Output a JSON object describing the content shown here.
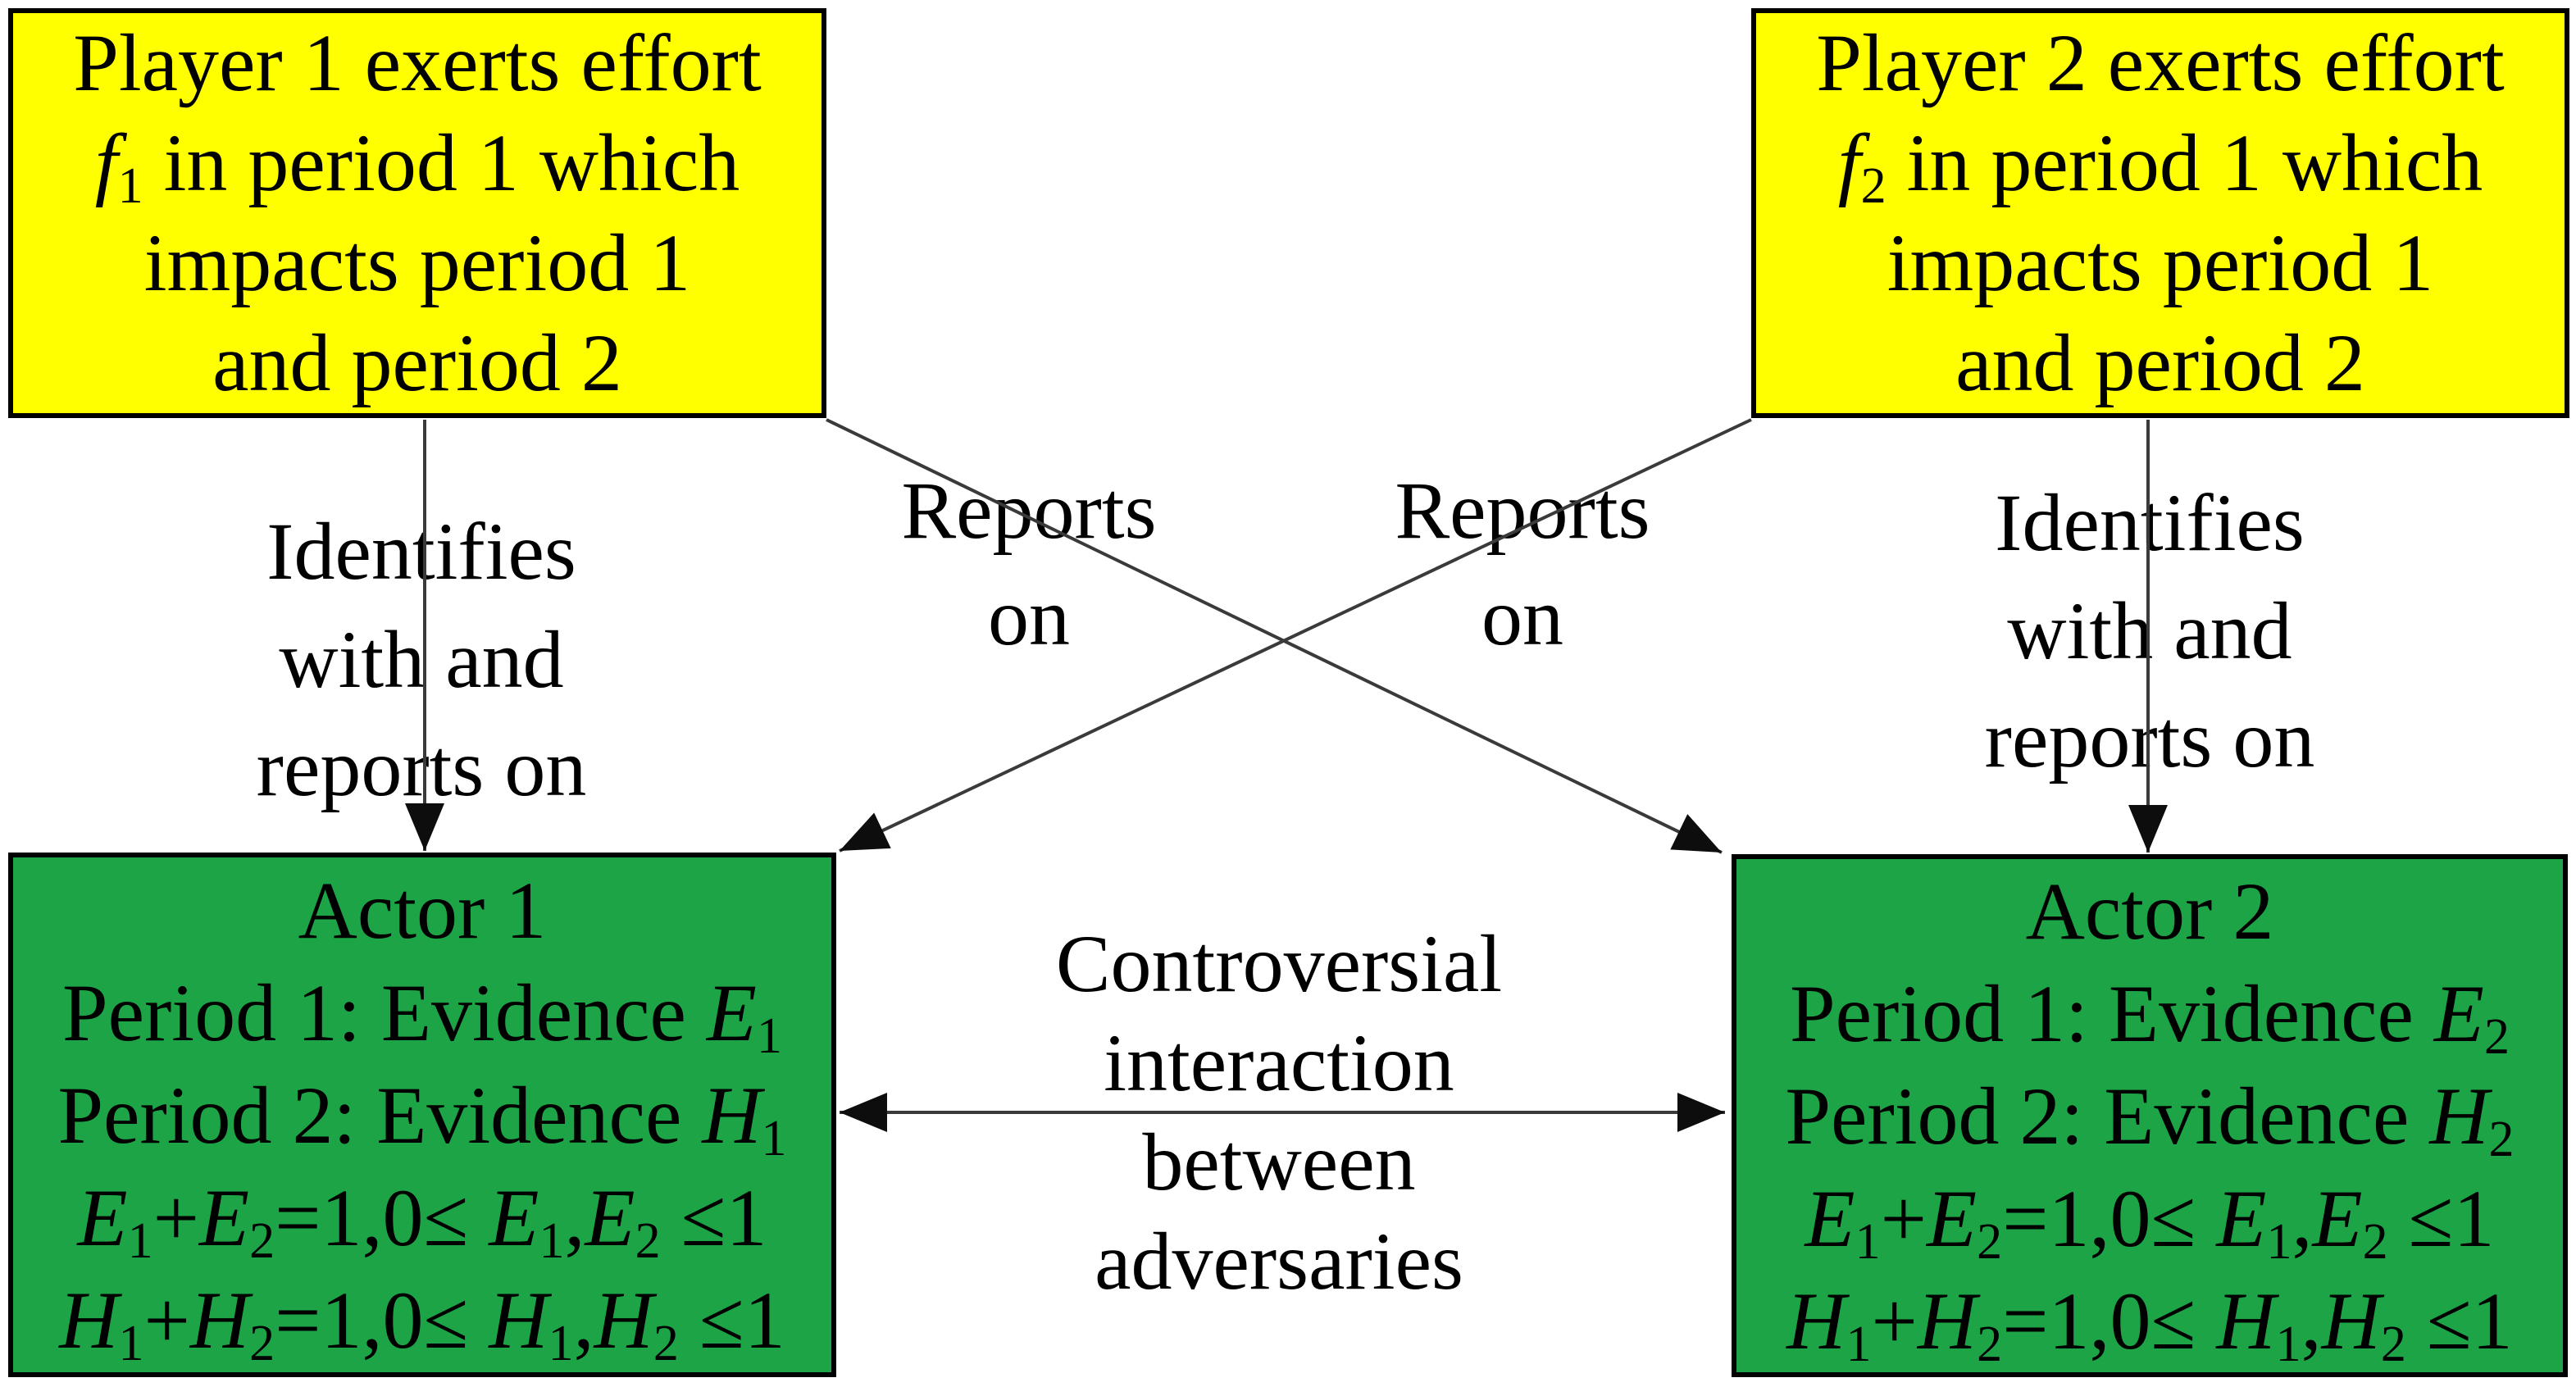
{
  "nodes": {
    "player1": {
      "role": "player-box",
      "lines": [
        [
          "Player 1 exerts effort"
        ],
        [
          {
            "t": "f",
            "i": 1
          },
          {
            "t": "1",
            "s": 1
          },
          " in period 1 which"
        ],
        [
          "impacts period 1"
        ],
        [
          "and period 2"
        ]
      ]
    },
    "player2": {
      "role": "player-box",
      "lines": [
        [
          "Player 2 exerts effort"
        ],
        [
          {
            "t": "f",
            "i": 1
          },
          {
            "t": "2",
            "s": 1
          },
          " in period 1 which"
        ],
        [
          "impacts period 1"
        ],
        [
          "and period 2"
        ]
      ]
    },
    "actor1": {
      "role": "actor-box",
      "lines": [
        [
          "Actor 1"
        ],
        [
          "Period 1: Evidence ",
          {
            "t": "E",
            "i": 1
          },
          {
            "t": "1",
            "s": 1
          }
        ],
        [
          "Period 2: Evidence ",
          {
            "t": "H",
            "i": 1
          },
          {
            "t": "1",
            "s": 1
          }
        ],
        [
          {
            "t": "E",
            "i": 1
          },
          {
            "t": "1",
            "s": 1
          },
          "+",
          {
            "t": "E",
            "i": 1
          },
          {
            "t": "2",
            "s": 1
          },
          "=1,0≤ ",
          {
            "t": "E",
            "i": 1
          },
          {
            "t": "1",
            "s": 1
          },
          ",",
          {
            "t": "E",
            "i": 1
          },
          {
            "t": "2",
            "s": 1
          },
          " ≤1"
        ],
        [
          {
            "t": "H",
            "i": 1
          },
          {
            "t": "1",
            "s": 1
          },
          "+",
          {
            "t": "H",
            "i": 1
          },
          {
            "t": "2",
            "s": 1
          },
          "=1,0≤ ",
          {
            "t": "H",
            "i": 1
          },
          {
            "t": "1",
            "s": 1
          },
          ",",
          {
            "t": "H",
            "i": 1
          },
          {
            "t": "2",
            "s": 1
          },
          " ≤1"
        ]
      ]
    },
    "actor2": {
      "role": "actor-box",
      "lines": [
        [
          "Actor 2"
        ],
        [
          "Period 1: Evidence ",
          {
            "t": "E",
            "i": 1
          },
          {
            "t": "2",
            "s": 1
          }
        ],
        [
          "Period 2: Evidence ",
          {
            "t": "H",
            "i": 1
          },
          {
            "t": "2",
            "s": 1
          }
        ],
        [
          {
            "t": "E",
            "i": 1
          },
          {
            "t": "1",
            "s": 1
          },
          "+",
          {
            "t": "E",
            "i": 1
          },
          {
            "t": "2",
            "s": 1
          },
          "=1,0≤ ",
          {
            "t": "E",
            "i": 1
          },
          {
            "t": "1",
            "s": 1
          },
          ",",
          {
            "t": "E",
            "i": 1
          },
          {
            "t": "2",
            "s": 1
          },
          " ≤1"
        ],
        [
          {
            "t": "H",
            "i": 1
          },
          {
            "t": "1",
            "s": 1
          },
          "+",
          {
            "t": "H",
            "i": 1
          },
          {
            "t": "2",
            "s": 1
          },
          "=1,0≤ ",
          {
            "t": "H",
            "i": 1
          },
          {
            "t": "1",
            "s": 1
          },
          ",",
          {
            "t": "H",
            "i": 1
          },
          {
            "t": "2",
            "s": 1
          },
          " ≤1"
        ]
      ]
    }
  },
  "labels": {
    "identifies_left": {
      "lines": [
        [
          "Identifies"
        ],
        [
          "with and"
        ],
        [
          "reports on"
        ]
      ]
    },
    "identifies_right": {
      "lines": [
        [
          "Identifies"
        ],
        [
          "with and"
        ],
        [
          "reports on"
        ]
      ]
    },
    "reports_left": {
      "lines": [
        [
          "Reports"
        ],
        [
          "on"
        ]
      ]
    },
    "reports_right": {
      "lines": [
        [
          "Reports"
        ],
        [
          "on"
        ]
      ]
    },
    "controversial": {
      "lines": [
        [
          "Controversial"
        ],
        [
          "interaction"
        ],
        [
          "between"
        ],
        [
          "adversaries"
        ]
      ]
    }
  },
  "arrows": [
    {
      "id": "identifies-left",
      "from": "player1",
      "to": "actor1",
      "heads": "end",
      "label": "Identifies with and reports on"
    },
    {
      "id": "identifies-right",
      "from": "player2",
      "to": "actor2",
      "heads": "end",
      "label": "Identifies with and reports on"
    },
    {
      "id": "reports-cross-left",
      "from": "player1",
      "to": "actor2",
      "heads": "end",
      "label": "Reports on"
    },
    {
      "id": "reports-cross-right",
      "from": "player2",
      "to": "actor1",
      "heads": "end",
      "label": "Reports on"
    },
    {
      "id": "controversial",
      "from": "actor1",
      "to": "actor2",
      "heads": "both",
      "label": "Controversial interaction between adversaries"
    }
  ],
  "colors": {
    "box_yellow": "#ffff00",
    "box_green": "#1ca446",
    "border": "#000000",
    "arrow": "#3a3a3a",
    "arrow_head": "#0d0d0d",
    "text": "#000000",
    "background": "#ffffff"
  }
}
